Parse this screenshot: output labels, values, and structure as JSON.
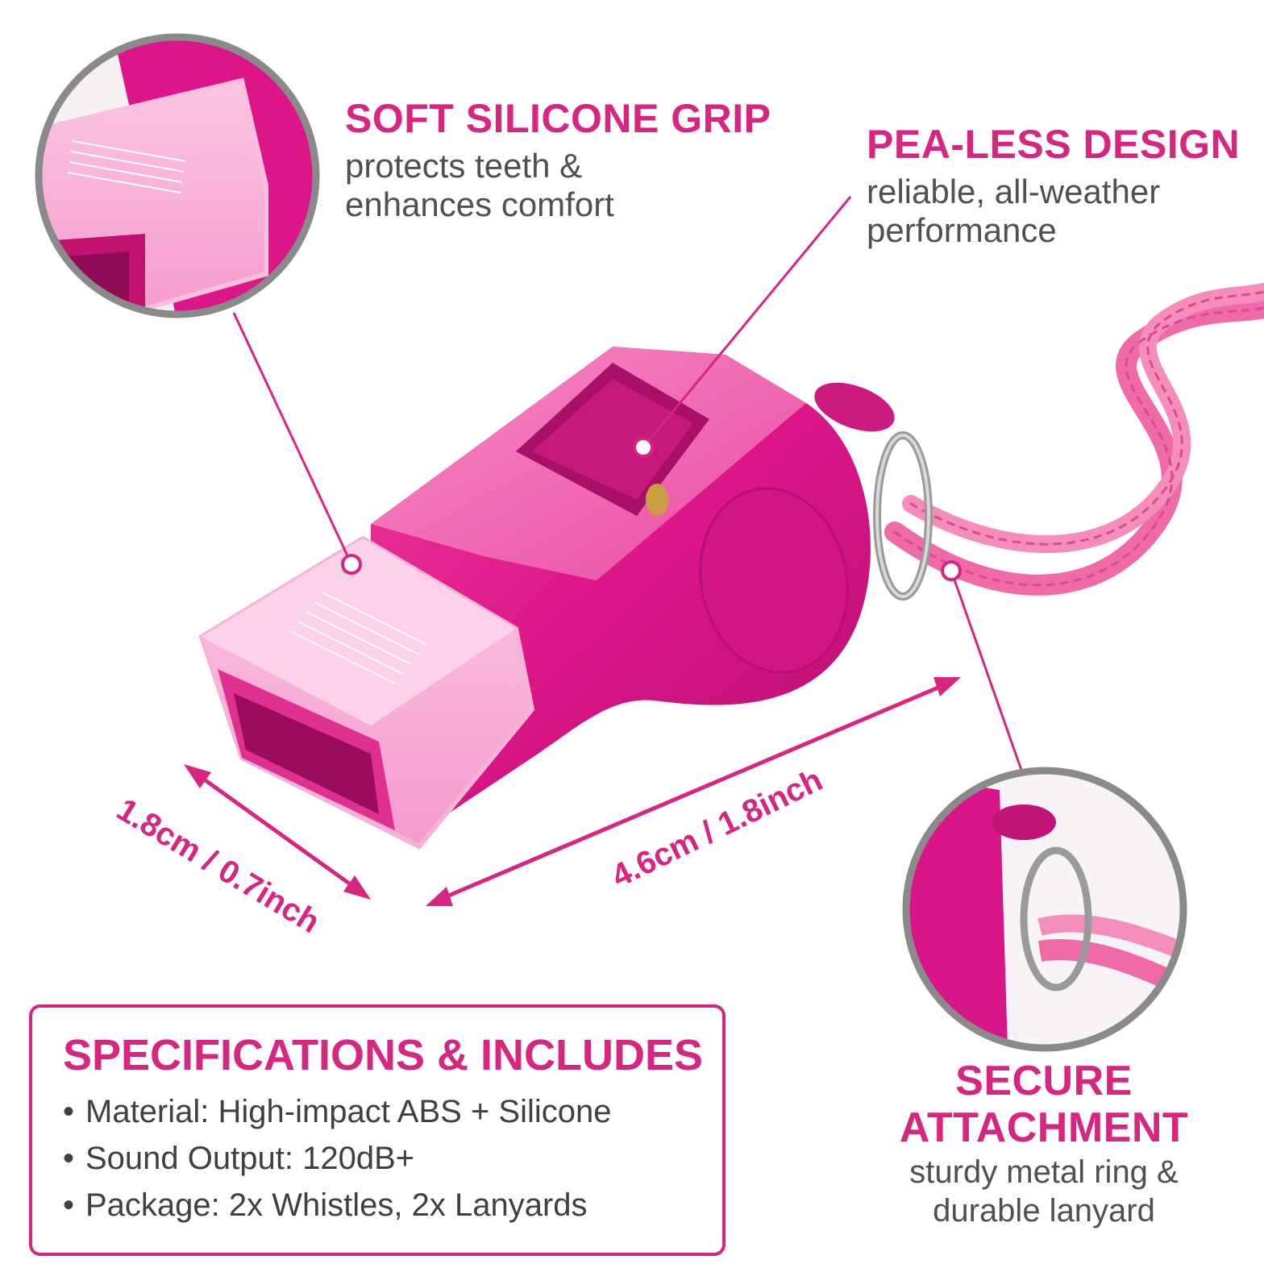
{
  "callouts": {
    "grip": {
      "heading": "SOFT SILICONE GRIP",
      "line1": "protects teeth &",
      "line2": "enhances comfort"
    },
    "pea_less": {
      "heading": "PEA-LESS DESIGN",
      "line1": "reliable, all-weather",
      "line2": "performance"
    },
    "secure": {
      "heading_line1": "SECURE",
      "heading_line2": "ATTACHMENT",
      "line1": "sturdy metal ring &",
      "line2": "durable lanyard"
    }
  },
  "dimensions": {
    "width_label": "1.8cm / 0.7inch",
    "length_label": "4.6cm / 1.8inch"
  },
  "specs": {
    "heading": "SPECIFICATIONS & INCLUDES",
    "items": [
      "Material: High-impact ABS + Silicone",
      "Sound Output: 120dB+",
      "Package: 2x Whistles, 2x Lanyards"
    ]
  },
  "colors": {
    "accent": "#d6267f",
    "whistle": "#e0168a",
    "cord": "#f06aa8",
    "text": "#505050"
  }
}
